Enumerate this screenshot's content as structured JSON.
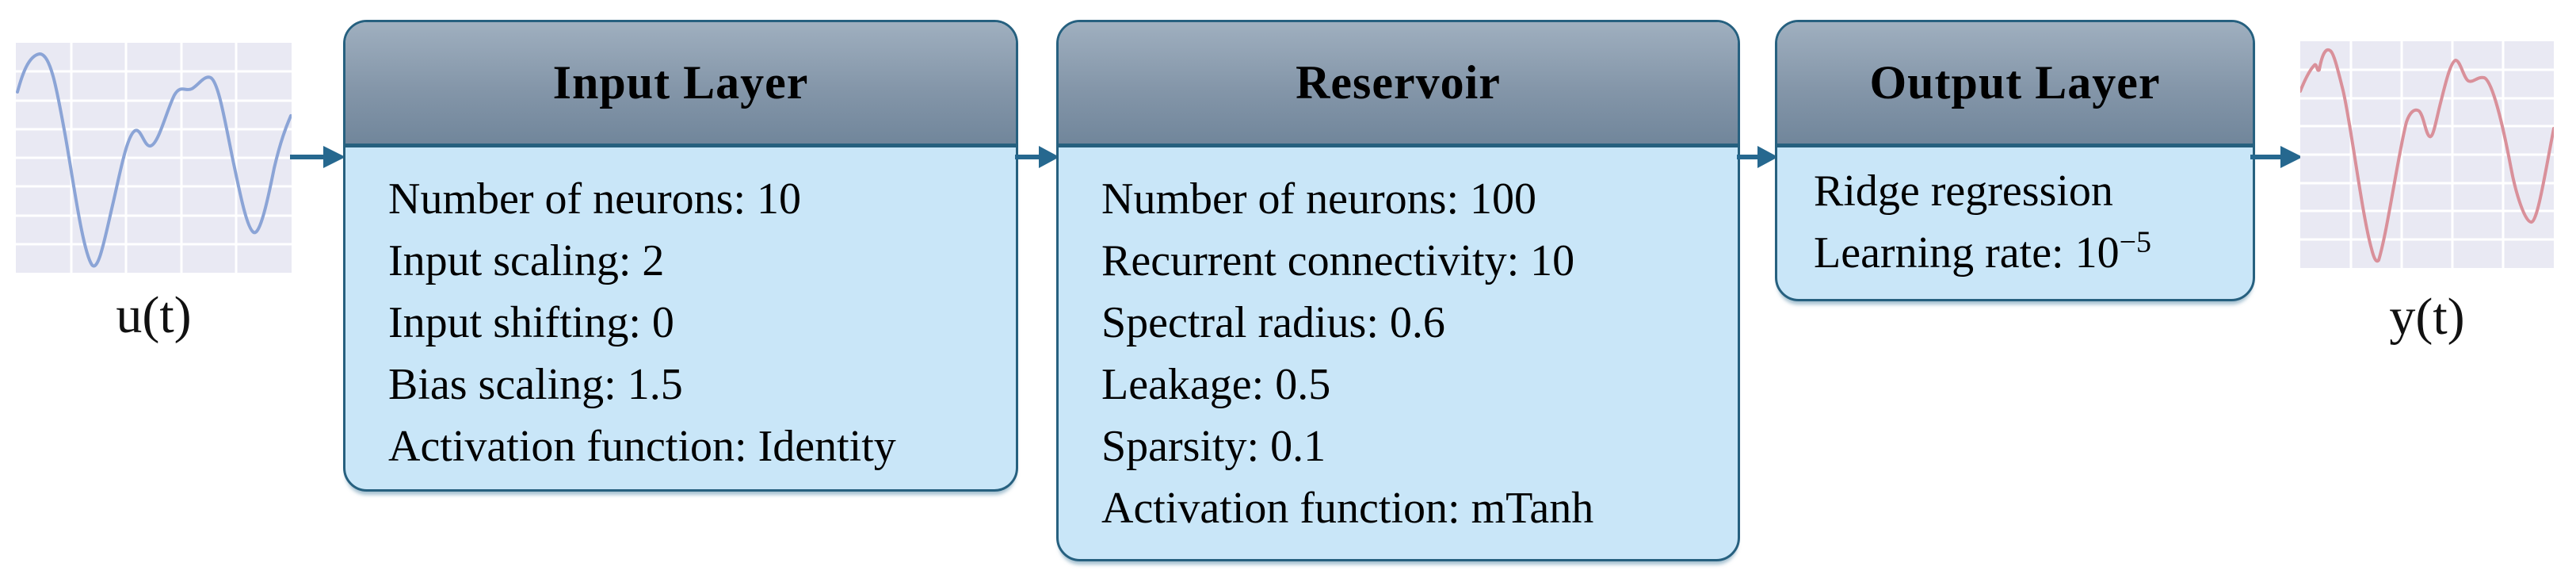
{
  "figure": {
    "input_signal_label": "u(t)",
    "output_signal_label": "y(t)",
    "boxes": [
      {
        "title": "Input Layer",
        "lines": [
          "Number of neurons: 10",
          "Input scaling: 2",
          "Input shifting: 0",
          "Bias scaling: 1.5",
          "Activation function: Identity"
        ]
      },
      {
        "title": "Reservoir",
        "lines": [
          "Number of neurons: 100",
          "Recurrent connectivity: 10",
          "Spectral radius: 0.6",
          "Leakage: 0.5",
          "Sparsity: 0.1",
          "Activation function: mTanh"
        ]
      },
      {
        "title": "Output Layer",
        "lines": [
          "Ridge regression"
        ],
        "learning_rate_base": "Learning rate: 10",
        "learning_rate_exponent": "−5"
      }
    ],
    "colors": {
      "header_gradient_top": "#9fafbf",
      "header_gradient_bottom": "#71869b",
      "box_border": "#26607f",
      "box_body_fill": "#c9e6f8",
      "arrow": "#26688f",
      "plot_background": "#e9e9f3",
      "input_waveform": "#8ba4d6",
      "output_waveform": "#d9909a"
    }
  }
}
